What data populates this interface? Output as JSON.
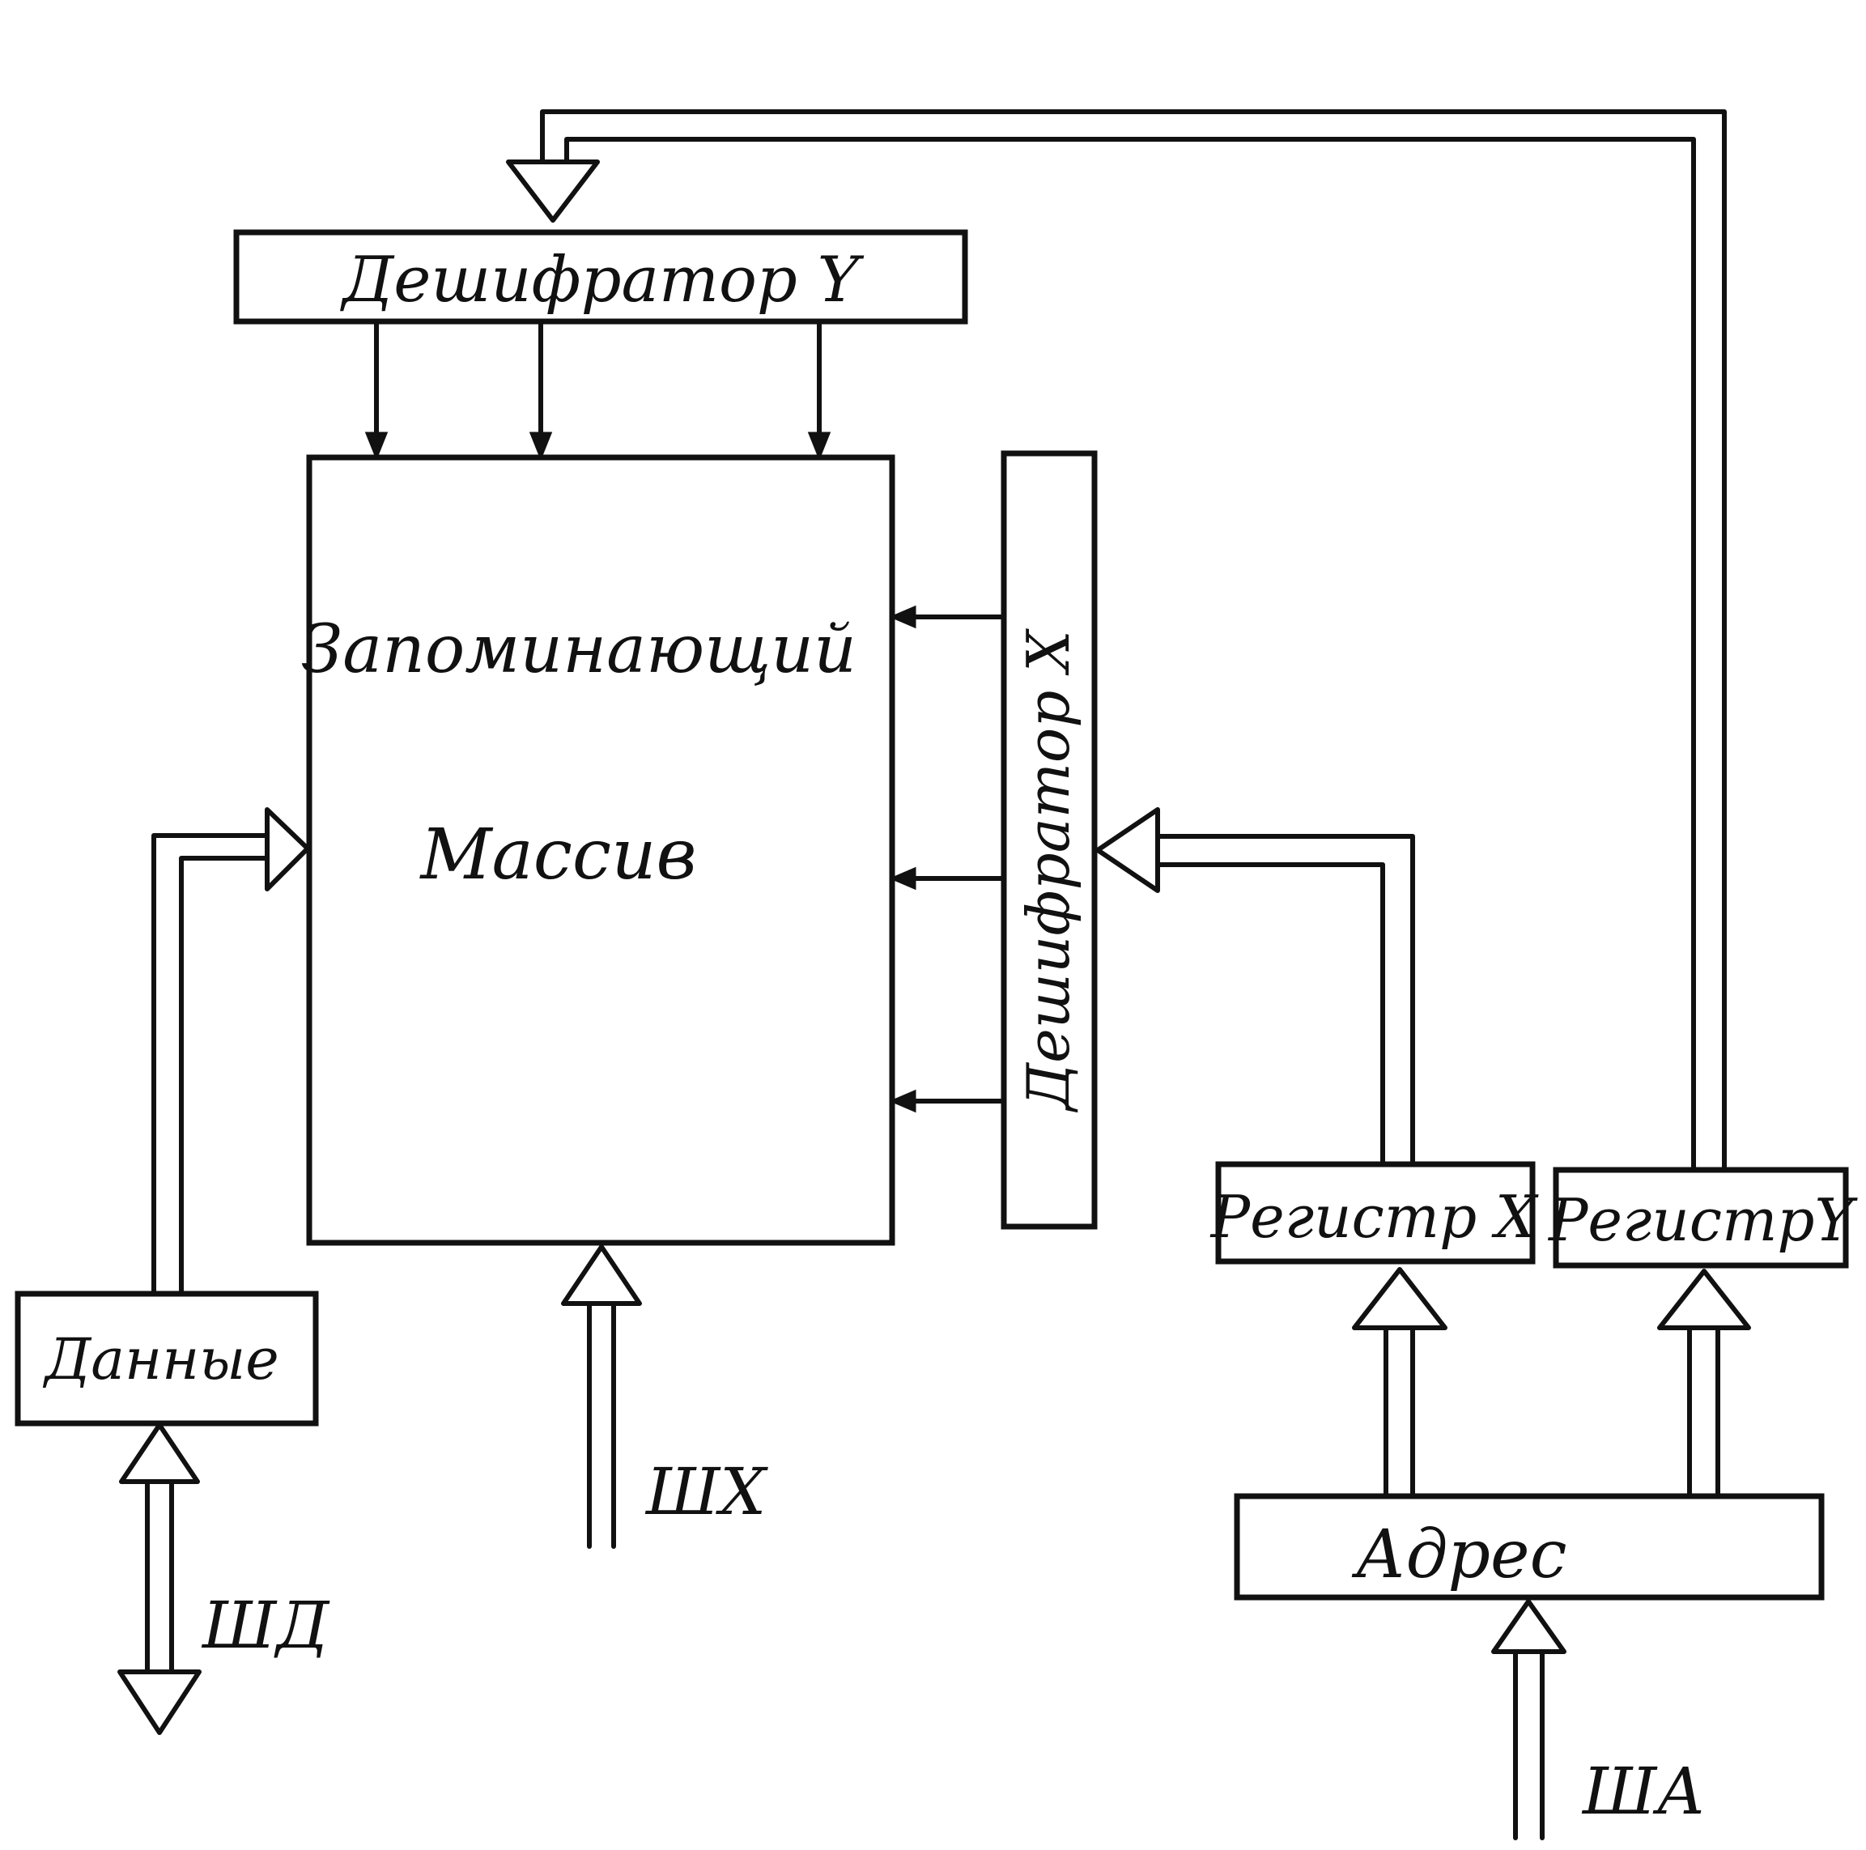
{
  "blocks": {
    "decoder_y": "Дешифратор Y",
    "memory_array_line1": "Запоминающий",
    "memory_array_line2": "Массив",
    "decoder_x": "Дешифратор X",
    "register_x": "Регистр X",
    "register_y": "РегистрY",
    "data": "Данные",
    "address": "Адрес"
  },
  "buses": {
    "control_bus": "ШХ",
    "data_bus": "ШД",
    "address_bus": "ША"
  }
}
